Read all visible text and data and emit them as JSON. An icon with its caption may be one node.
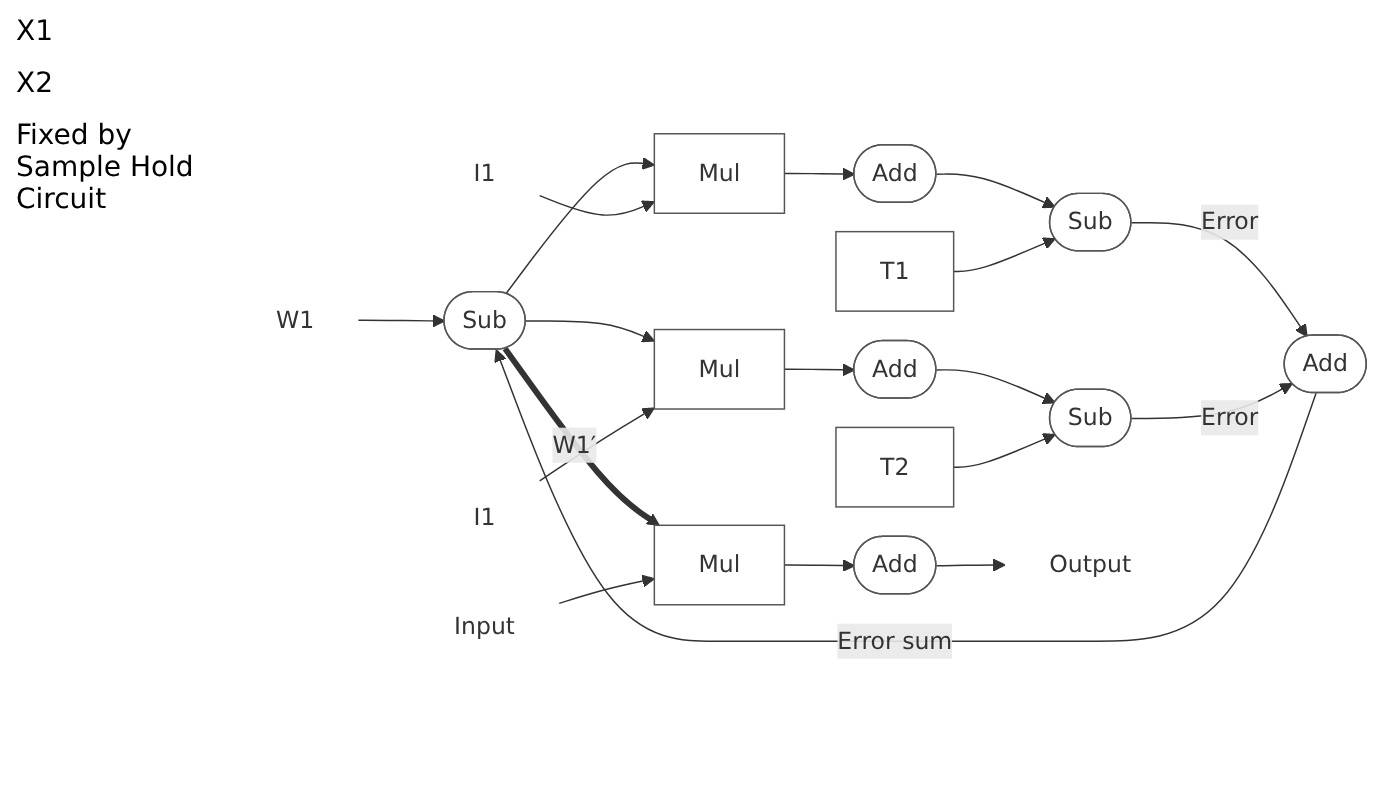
{
  "diagram": {
    "nodes": [
      {
        "text": [
          "W1"
        ]
      },
      {
        "text": [
          "Sub"
        ]
      },
      {
        "text": [
          "Add"
        ]
      },
      {
        "text": [
          "I1"
        ]
      },
      {
        "text": [
          "Mul"
        ]
      },
      {
        "text": [
          "Add"
        ]
      },
      {
        "text": [
          "Sub"
        ]
      },
      {
        "text": [
          "T1"
        ]
      },
      {
        "text": [
          "I1"
        ]
      },
      {
        "text": [
          "Mul"
        ]
      },
      {
        "text": [
          "Add"
        ]
      },
      {
        "text": [
          "Sub"
        ]
      },
      {
        "text": [
          "T2"
        ]
      },
      {
        "text": [
          "Input"
        ]
      },
      {
        "text": [
          "Mul"
        ]
      },
      {
        "text": [
          "Add"
        ]
      },
      {
        "text": [
          "Output"
        ]
      }
    ],
    "edges": [
      {
        "from": 0,
        "to": 1,
        "arrow": "to"
      },
      {
        "from": 2,
        "to": 1,
        "arrow": "to",
        "label": "Error sum"
      },
      {
        "from": 1,
        "to": 4,
        "arrow": "to"
      },
      {
        "from": 3,
        "to": 4,
        "arrow": "to"
      },
      {
        "from": 4,
        "to": 5,
        "arrow": "to"
      },
      {
        "from": 6,
        "to": 2,
        "arrow": "to",
        "label": "Error"
      },
      {
        "from": 5,
        "to": 6,
        "arrow": "to"
      },
      {
        "from": 7,
        "to": 6,
        "arrow": "to"
      },
      {
        "from": 1,
        "to": 9,
        "arrow": "to"
      },
      {
        "from": 8,
        "to": 9,
        "arrow": "to"
      },
      {
        "from": 9,
        "to": 10,
        "arrow": "to"
      },
      {
        "from": 11,
        "to": 2,
        "arrow": "to",
        "label": "Error"
      },
      {
        "from": 10,
        "to": 11,
        "arrow": "to"
      },
      {
        "from": 12,
        "to": 11,
        "arrow": "to"
      },
      {
        "from": 1,
        "to": 14,
        "arrow": "to",
        "style": "thick",
        "label": "W1′"
      },
      {
        "from": 13,
        "to": 14,
        "arrow": "to"
      },
      {
        "from": 14,
        "to": 15,
        "arrow": "to"
      },
      {
        "from": 15,
        "to": 16,
        "arrow": "to"
      }
    ],
    "labels": [
      "X1",
      "X2",
      "Fixed by Sample Hold Circuit"
    ]
  }
}
